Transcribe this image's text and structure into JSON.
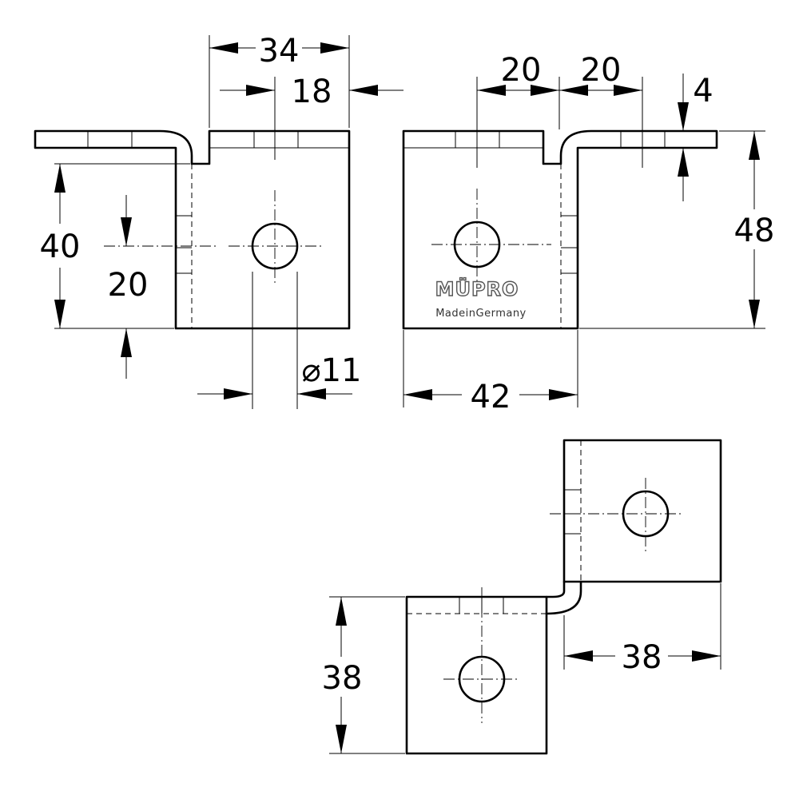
{
  "dimensions": {
    "d34": "34",
    "d18": "18",
    "d40": "40",
    "d20_vertical": "20",
    "d11": "⌀11",
    "d20_top_left": "20",
    "d20_top_right": "20",
    "d4": "4",
    "d48": "48",
    "d42": "42",
    "d38_vertical": "38",
    "d38_horizontal": "38"
  },
  "marking": {
    "logo": "MÜPRO",
    "made_in": "MadeinGermany"
  }
}
